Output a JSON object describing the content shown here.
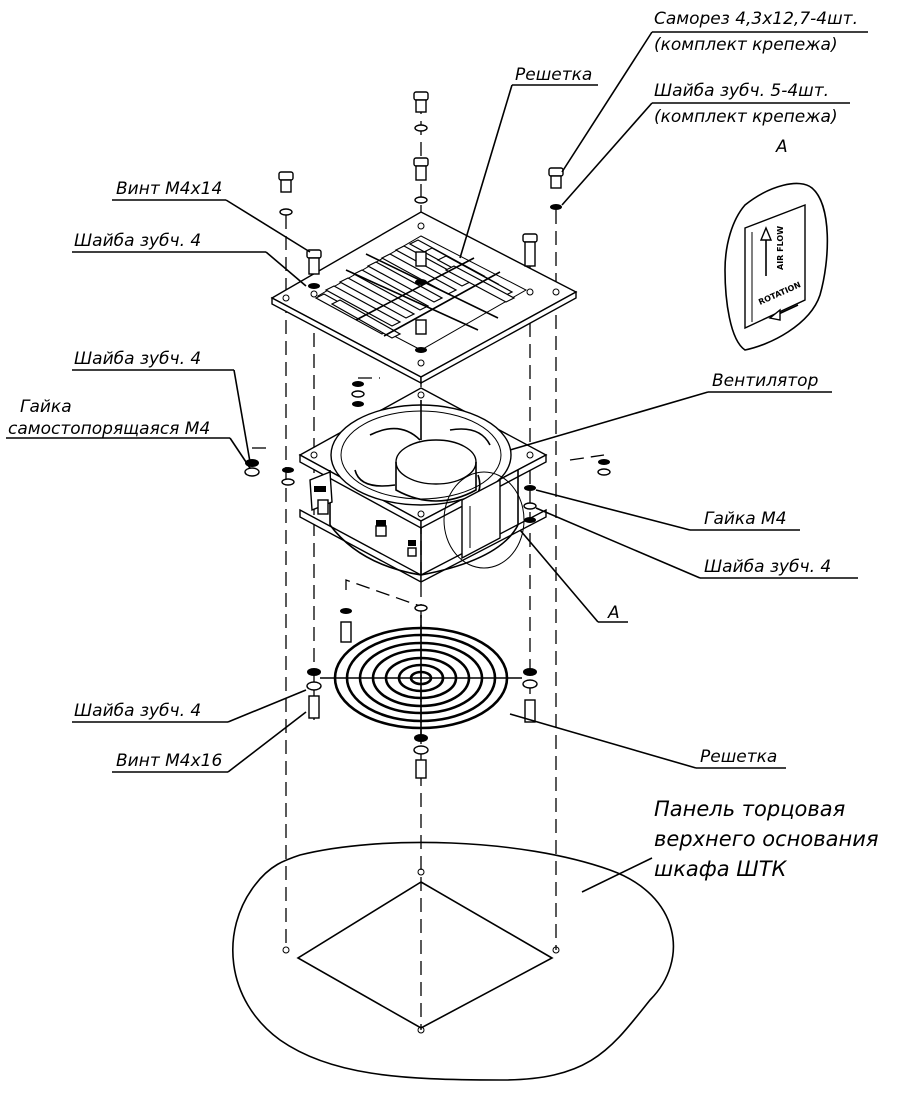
{
  "labels": {
    "samorez_line1": "Саморез 4,3x12,7-4шт.",
    "samorez_line2": "(комплект крепежа)",
    "reshetka_top": "Решетка",
    "shaiba5_line1": "Шайба зубч. 5-4шт.",
    "shaiba5_line2": "(комплект крепежа)",
    "detail_a_label": "А",
    "vint_m4x14": "Винт М4х14",
    "shaiba_top": "Шайба зубч. 4",
    "shaiba_mid": "Шайба зубч. 4",
    "gaika_line1": "Гайка",
    "gaika_line2": "самостопорящаяся М4",
    "ventilyator": "Вентилятор",
    "gaika_m4": "Гайка М4",
    "shaiba_right": "Шайба зубч. 4",
    "callout_a": "А",
    "shaiba_bottom": "Шайба зубч. 4",
    "vint_m4x16": "Винт М4х16",
    "reshetka_bottom": "Решетка",
    "panel_line1": "Панель торцовая",
    "panel_line2": "верхнего основания",
    "panel_line3": "шкафа ШТК"
  },
  "fan_label_text": {
    "air_flow": "AIR FLOW",
    "rotation": "ROTATION"
  }
}
